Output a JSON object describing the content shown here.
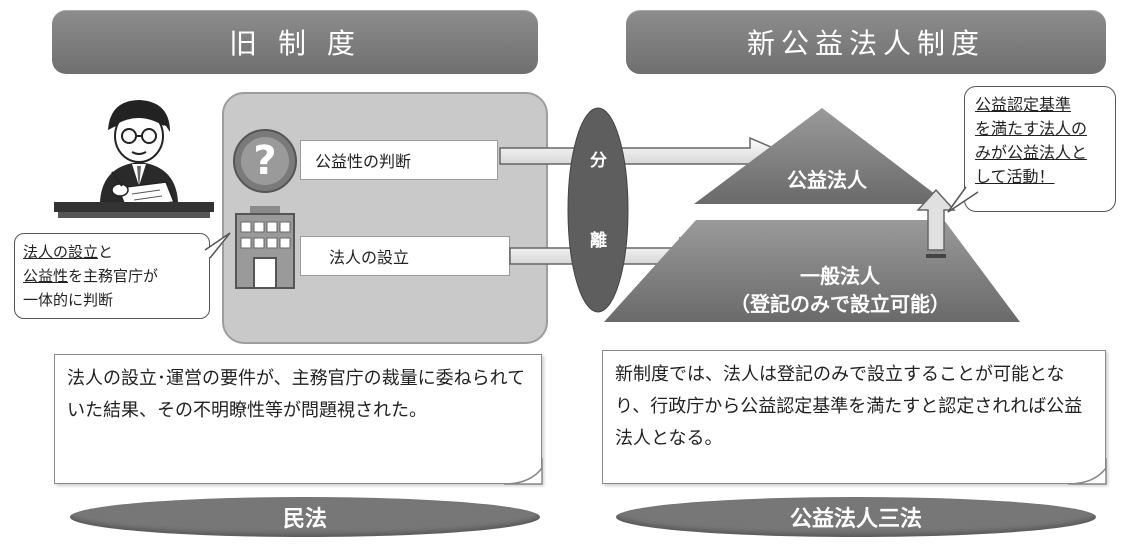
{
  "headers": {
    "left": "旧 制 度",
    "right": "新公益法人制度"
  },
  "old_system": {
    "panel_items": [
      {
        "label": "公益性の判断",
        "icon": "question-icon"
      },
      {
        "label": "法人の設立",
        "icon": "building-icon"
      }
    ],
    "bubble": {
      "line1_emph": "法人の設立",
      "line1_rest": "と",
      "line2_emph": "公益性",
      "line2_rest": "を主務官庁が",
      "line3": "一体的に判断"
    },
    "note": "法人の設立･運営の要件が、主務官庁の裁量に委ねられていた結果、その不明瞭性等が問題視された。",
    "footer": "民法"
  },
  "separation": {
    "char1": "分",
    "char2": "離"
  },
  "new_system": {
    "pyramid_top": "公益法人",
    "pyramid_base_line1": "一般法人",
    "pyramid_base_line2": "（登記のみで設立可能）",
    "bubble_lines": [
      "公益認定基準",
      "を満たす法人の",
      "みが公益法人と",
      "して活動！"
    ],
    "note": "新制度では、法人は登記のみで設立することが可能となり、行政庁から公益認定基準を満たすと認定されれば公益法人となる。",
    "footer": "公益法人三法"
  },
  "colors": {
    "header_gray": "#7e7e7e",
    "panel_gray": "#c9c9c9",
    "pyramid_dark": "#6f6f6f",
    "footer_gray": "#777777"
  }
}
